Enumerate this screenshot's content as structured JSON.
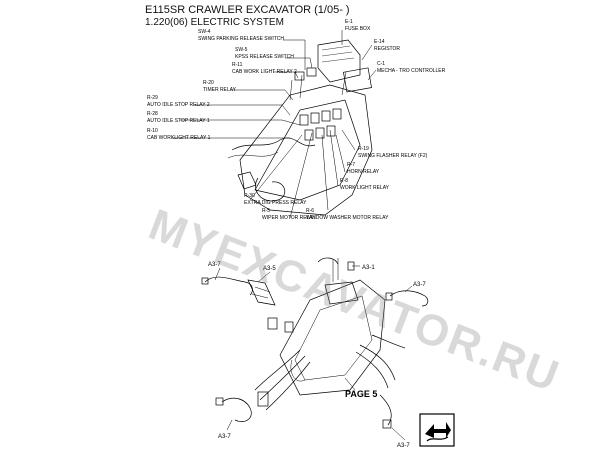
{
  "header": {
    "title": "E115SR CRAWLER EXCAVATOR (1/05- )",
    "subtitle": "1.220(06) ELECTRIC SYSTEM"
  },
  "labels": [
    {
      "code": "E-1",
      "name": "FUSE BOX"
    },
    {
      "code": "E-14",
      "name": "REGISTOR"
    },
    {
      "code": "C-1",
      "name": "MECHA - TRO CONTROLLER"
    },
    {
      "code": "SW-4",
      "name": "SWING PARKING RELEASE SWITCH"
    },
    {
      "code": "SW-5",
      "name": "KPSS RELEASE SWITCH"
    },
    {
      "code": "R-11",
      "name": "CAB WORK LIGHT RELAY 2"
    },
    {
      "code": "R-20",
      "name": "TIMER RELAY"
    },
    {
      "code": "R-29",
      "name": "AUTO IDLE STOP RELAY 2"
    },
    {
      "code": "R-28",
      "name": "AUTO IDLE STOP RELAY 1"
    },
    {
      "code": "R-10",
      "name": "CAB WORKLIGHT RELAY 1"
    },
    {
      "code": "R-19",
      "name": "SWING FLASHER RELAY (F2)"
    },
    {
      "code": "R-7",
      "name": "HORN  RELAY"
    },
    {
      "code": "R-8",
      "name": "WORK LIGHT  RELAY"
    },
    {
      "code": "R-6",
      "name": "WINDOW WASHER MOTOR RELAY"
    },
    {
      "code": "R-5",
      "name": "WIPER MOTOR RELAY"
    },
    {
      "code": "R-30",
      "name": "EXTRA DIG PRESS RELAY"
    }
  ],
  "callouts": [
    "A3-7",
    "A3-5",
    "A3-1",
    "A3-7",
    "A3-7",
    "A3-7"
  ],
  "page_label": "PAGE 5",
  "watermark": "MYEXCAVATOR.RU",
  "icons": {
    "corner": "next-page-arrow-icon"
  }
}
